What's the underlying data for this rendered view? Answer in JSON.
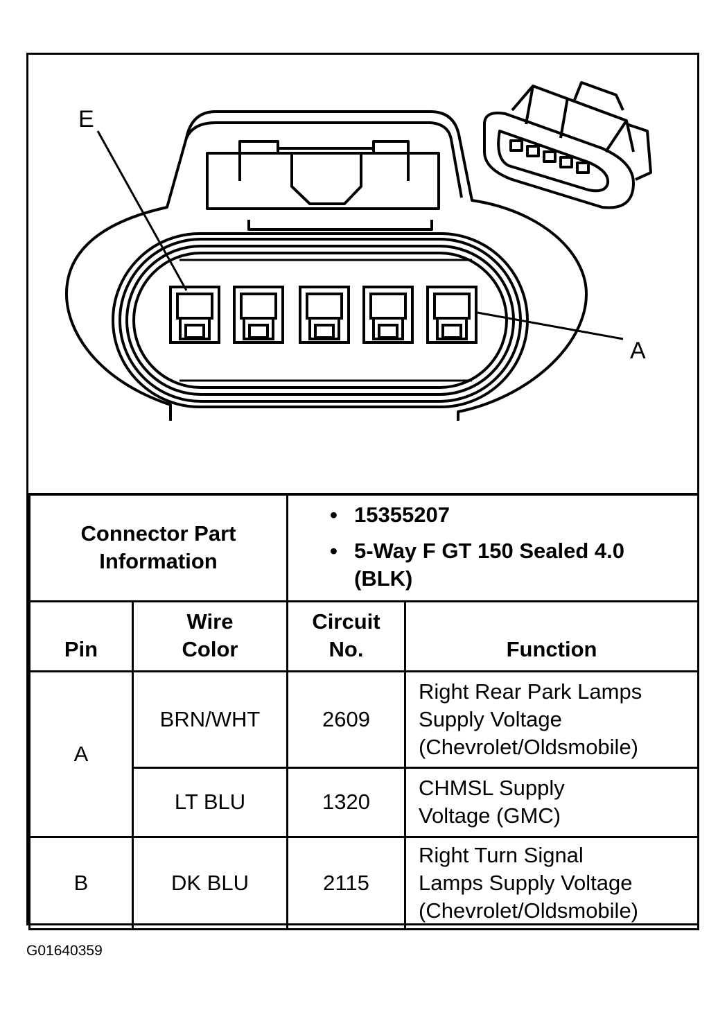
{
  "diagram": {
    "label_e": "E",
    "label_a": "A",
    "pin_count": 5
  },
  "connector_info": {
    "label": "Connector Part Information",
    "items": [
      "15355207",
      "5-Way F GT 150 Sealed 4.0 (BLK)"
    ]
  },
  "table": {
    "headers": {
      "pin": "Pin",
      "wire_color_line1": "Wire",
      "wire_color_line2": "Color",
      "circuit_line1": "Circuit",
      "circuit_line2": "No.",
      "function": "Function"
    },
    "rows": [
      {
        "pin": "A",
        "wire_color": "BRN/WHT",
        "circuit": "2609",
        "function_lines": [
          "Right Rear Park Lamps",
          "Supply Voltage",
          "(Chevrolet/Oldsmobile)"
        ]
      },
      {
        "pin": "",
        "wire_color": "LT BLU",
        "circuit": "1320",
        "function_lines": [
          "CHMSL Supply",
          "Voltage (GMC)"
        ]
      },
      {
        "pin": "B",
        "wire_color": "DK BLU",
        "circuit": "2115",
        "function_lines": [
          "Right Turn Signal",
          "Lamps Supply Voltage",
          "(Chevrolet/Oldsmobile)"
        ]
      }
    ]
  },
  "figure_id": "G01640359"
}
